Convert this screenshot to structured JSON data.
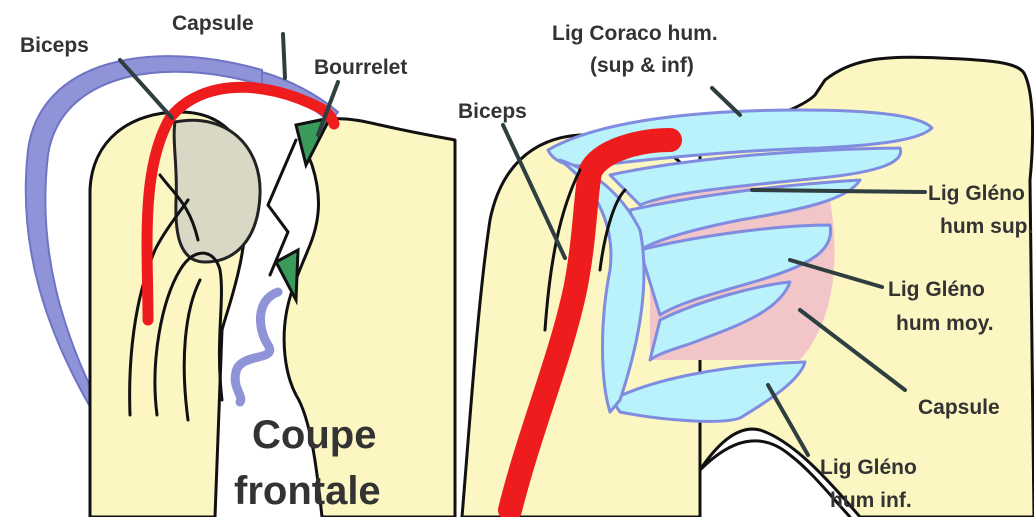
{
  "left_panel": {
    "labels": {
      "biceps": "Biceps",
      "capsule": "Capsule",
      "bourrelet": "Bourrelet",
      "coupe_line1": "Coupe",
      "coupe_line2": "frontale"
    }
  },
  "right_panel": {
    "labels": {
      "lig_coraco_line1": "Lig Coraco hum.",
      "lig_coraco_line2": "(sup & inf)",
      "biceps": "Biceps",
      "lig_gleno_sup_line1": "Lig Gléno",
      "lig_gleno_sup_line2": "hum sup.",
      "lig_gleno_moy_line1": "Lig Gléno",
      "lig_gleno_moy_line2": "hum moy.",
      "capsule": "Capsule",
      "lig_gleno_inf_line1": "Lig Gléno",
      "lig_gleno_inf_line2": "hum inf."
    }
  },
  "colors": {
    "bone": "#fbf6c2",
    "humeral_head": "#d9d8c4",
    "capsule_blue": "#8f93d8",
    "biceps_red": "#ee1c1c",
    "ligament_cyan": "#b9f2fa",
    "capsule_pink": "#f2c5c8",
    "label_grey": "#333333"
  }
}
